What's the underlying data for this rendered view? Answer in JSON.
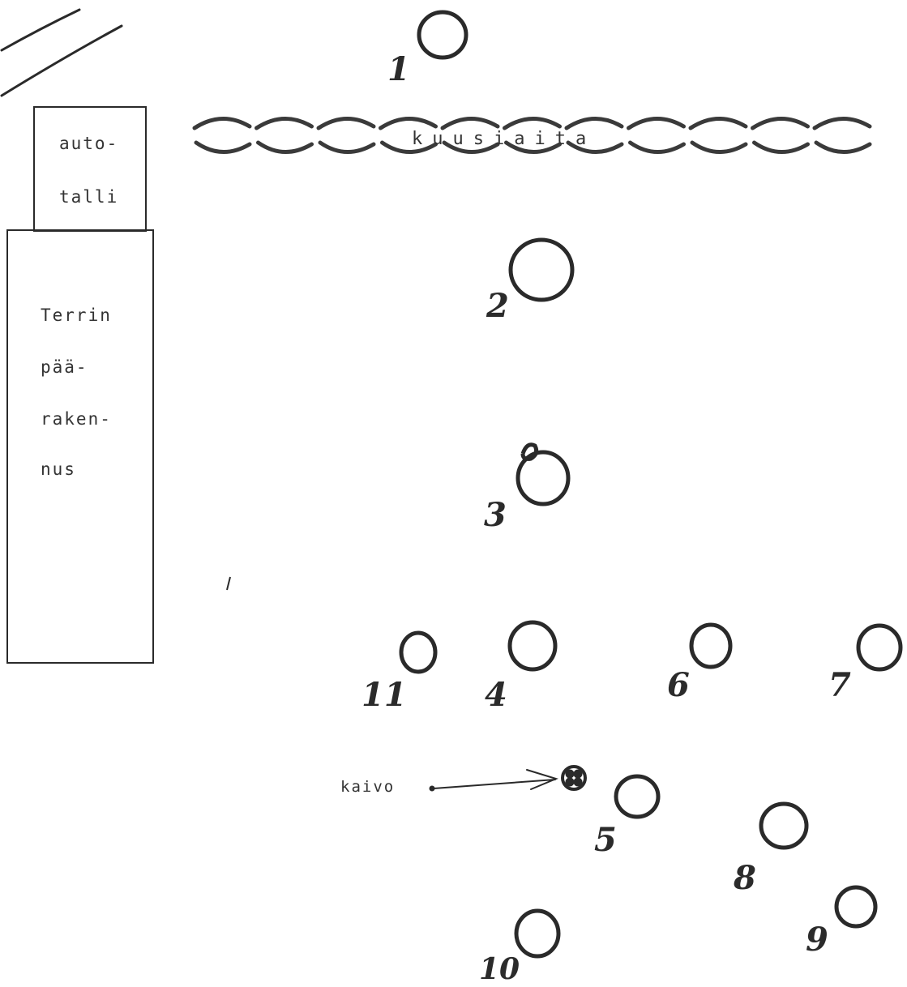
{
  "buildings": {
    "garage": {
      "line1": "auto-",
      "line2": "talli"
    },
    "main": {
      "lines": [
        "Terrin",
        "pää-",
        "raken-",
        "nus"
      ]
    }
  },
  "hedge": {
    "label": "kuusiaita"
  },
  "well": {
    "label": "kaivo"
  },
  "trees": [
    {
      "number": "1"
    },
    {
      "number": "2"
    },
    {
      "number": "3"
    },
    {
      "number": "4"
    },
    {
      "number": "5"
    },
    {
      "number": "6"
    },
    {
      "number": "7"
    },
    {
      "number": "8"
    },
    {
      "number": "9"
    },
    {
      "number": "10"
    },
    {
      "number": "11"
    }
  ],
  "colors": {
    "ink": "#2a2a2a",
    "background": "#ffffff"
  }
}
